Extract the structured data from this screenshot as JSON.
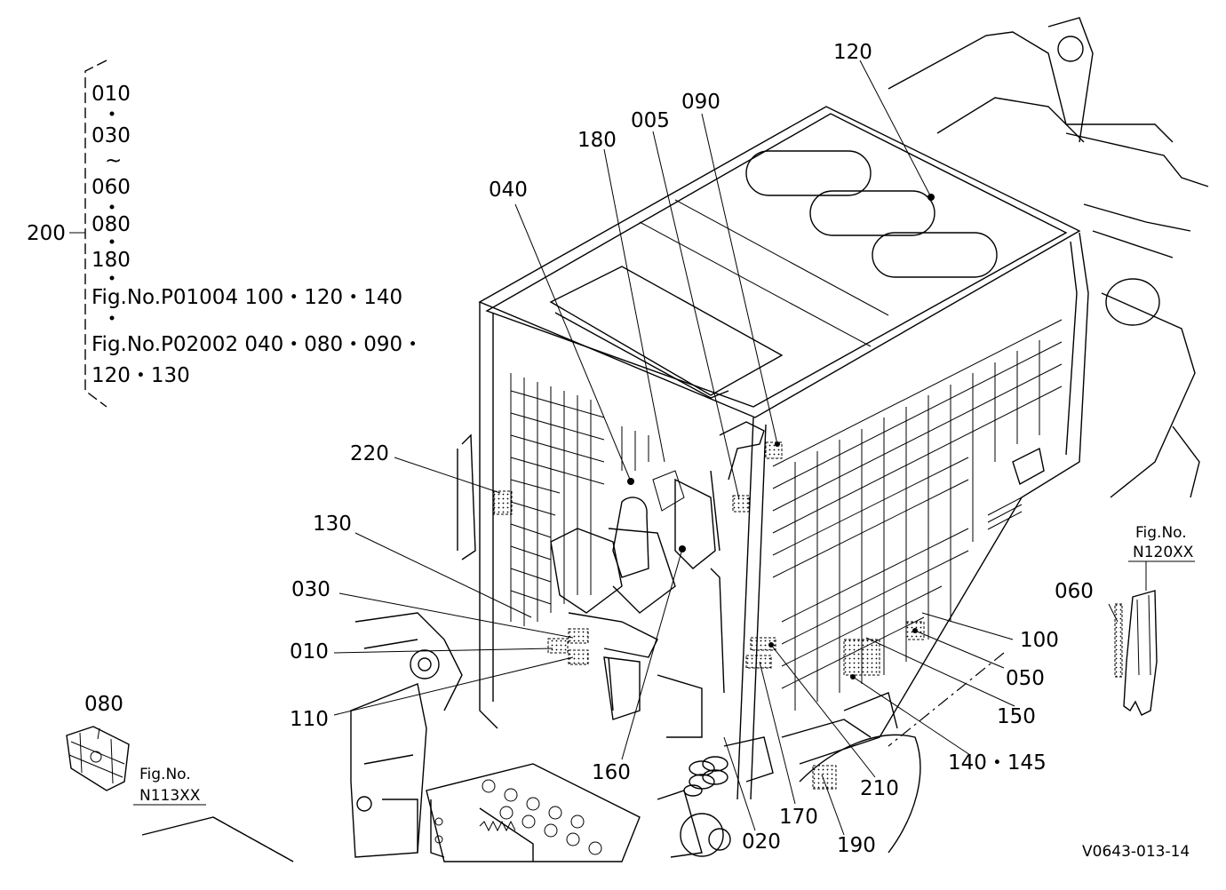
{
  "bracket_group": {
    "label": "200",
    "lines": [
      "010",
      "030",
      "060",
      "080",
      "180",
      "Fig.No.P01004  100・120・140",
      "Fig.No.P02002  040・080・090・",
      "120・130"
    ],
    "wave": "~"
  },
  "callouts": {
    "c120": "120",
    "c090": "090",
    "c005": "005",
    "c180": "180",
    "c040": "040",
    "c220": "220",
    "c130": "130",
    "c030": "030",
    "c010": "010",
    "c110": "110",
    "c160": "160",
    "c020": "020",
    "c170": "170",
    "c190": "190",
    "c210": "210",
    "c140_145": "140・145",
    "c150": "150",
    "c050": "050",
    "c100": "100",
    "c060": "060",
    "c080": "080"
  },
  "figure_refs": {
    "ref_n120_line1": "Fig.No.",
    "ref_n120_line2": "N120XX",
    "ref_n113_line1": "Fig.No.",
    "ref_n113_line2": "N113XX"
  },
  "drawing_code": "V0643-013-14"
}
